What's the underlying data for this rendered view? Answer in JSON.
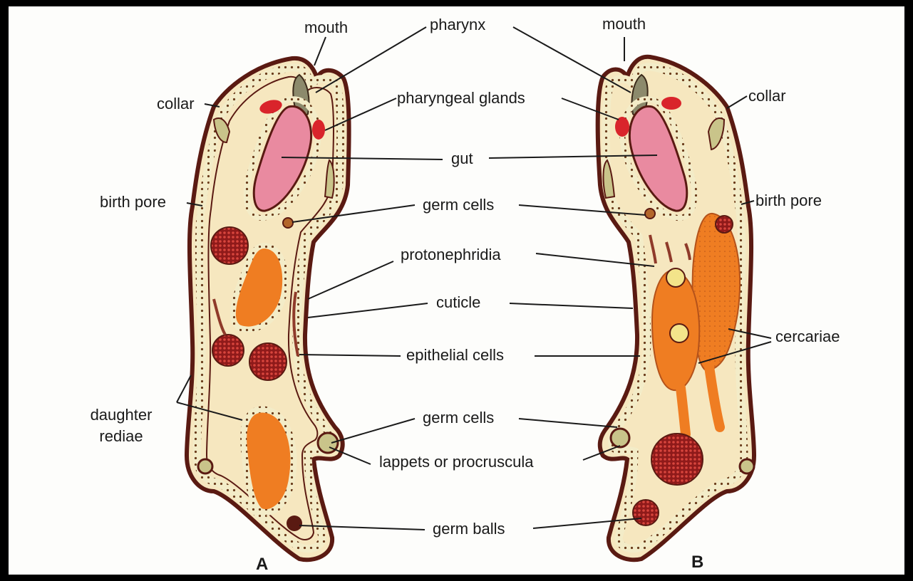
{
  "labels": {
    "mouth_a": "mouth",
    "mouth_b": "mouth",
    "pharynx": "pharynx",
    "pharyngeal_glands": "pharyngeal glands",
    "collar_a": "collar",
    "collar_b": "collar",
    "gut": "gut",
    "birth_pore_a": "birth pore",
    "birth_pore_b": "birth pore",
    "germ_cells_top": "germ cells",
    "protonephridia": "protonephridia",
    "cuticle": "cuticle",
    "epithelial_cells": "epithelial cells",
    "cercariae": "cercariae",
    "daughter_rediae_line1": "daughter",
    "daughter_rediae_line2": "rediae",
    "germ_cells_bottom": "germ cells",
    "lappets": "lappets or procruscula",
    "germ_balls": "germ balls",
    "figure_a": "A",
    "figure_b": "B"
  },
  "colors": {
    "body_fill": "#f6e7bf",
    "outline": "#5a1a12",
    "gut": "#e98aa0",
    "gland": "#d9242b",
    "cercaria": "#ef7d22",
    "germ_ball": "#8f1a1a",
    "collar_band": "#c9c48a"
  }
}
